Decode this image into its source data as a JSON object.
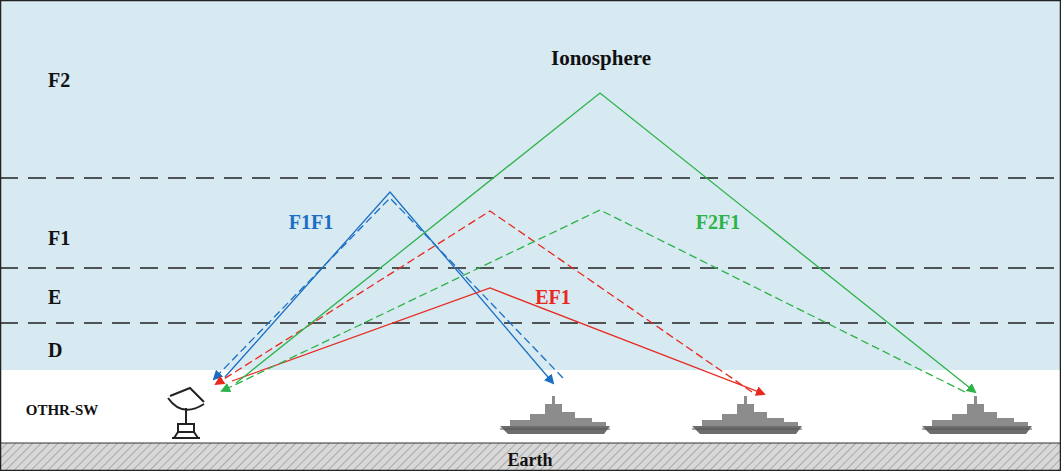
{
  "diagram": {
    "nodes": [
      {
        "text": [
          "Ionosphere"
        ]
      },
      {
        "text": [
          "F2"
        ],
        "in": 0
      },
      {
        "text": [
          "F1"
        ],
        "in": 0
      },
      {
        "text": [
          "E"
        ],
        "in": 0
      },
      {
        "text": [
          "D"
        ],
        "in": 0
      },
      {
        "text": [
          "Earth"
        ]
      }
    ],
    "labels": [
      "OTHR-SW",
      "F1F1",
      "F2F1",
      "EF1"
    ]
  }
}
